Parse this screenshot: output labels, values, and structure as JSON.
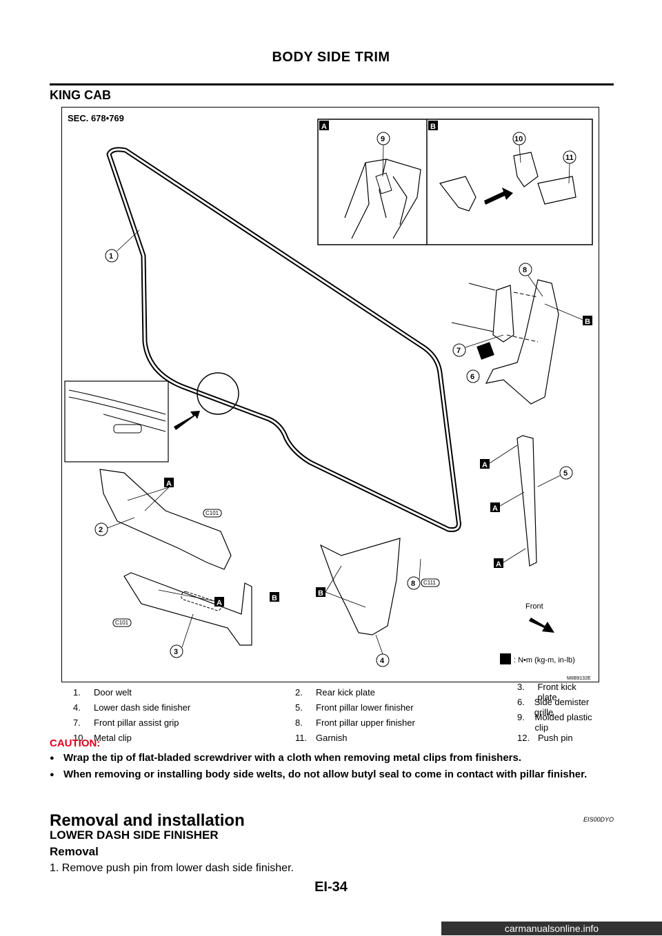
{
  "header": {
    "title": "BODY SIDE TRIM"
  },
  "section": {
    "title": "KING CAB"
  },
  "figure": {
    "section_label": "SEC. 678•769",
    "figure_id": "MIIB9132E",
    "front_label": "Front",
    "torque_legend": ": N•m (kg-m, in-lb)",
    "callouts": [
      "1",
      "2",
      "3",
      "4",
      "5",
      "6",
      "7",
      "8",
      "9",
      "10",
      "11"
    ],
    "detail_a": "A",
    "detail_b": "B",
    "clip_c101": "C101",
    "clip_c111": "C111"
  },
  "legend": {
    "rows": [
      [
        {
          "num": "1.",
          "label": "Door welt"
        },
        {
          "num": "2.",
          "label": "Rear kick plate"
        },
        {
          "num": "3.",
          "label": "Front kick plate"
        }
      ],
      [
        {
          "num": "4.",
          "label": "Lower dash side finisher"
        },
        {
          "num": "5.",
          "label": "Front pillar lower finisher"
        },
        {
          "num": "6.",
          "label": "Side demister grille"
        }
      ],
      [
        {
          "num": "7.",
          "label": "Front pillar assist grip"
        },
        {
          "num": "8.",
          "label": "Front pillar upper finisher"
        },
        {
          "num": "9.",
          "label": "Molded plastic clip"
        }
      ],
      [
        {
          "num": "10.",
          "label": "Metal clip"
        },
        {
          "num": "11.",
          "label": "Garnish"
        },
        {
          "num": "12.",
          "label": "Push pin"
        }
      ]
    ]
  },
  "caution": {
    "title": "CAUTION:",
    "items": [
      "Wrap the tip of flat-bladed screwdriver with a cloth when removing metal clips from finishers.",
      "When removing or installing body side welts, do not allow butyl seal to come in contact with pillar finisher."
    ]
  },
  "removal": {
    "heading": "Removal and installation",
    "code": "EIS00DYO",
    "subheading": "LOWER DASH SIDE FINISHER",
    "subheading2": "Removal",
    "steps": [
      "1.  Remove push pin from lower dash side finisher."
    ]
  },
  "footer": {
    "page": "EI-34",
    "watermark": "carmanualsonline.info"
  }
}
